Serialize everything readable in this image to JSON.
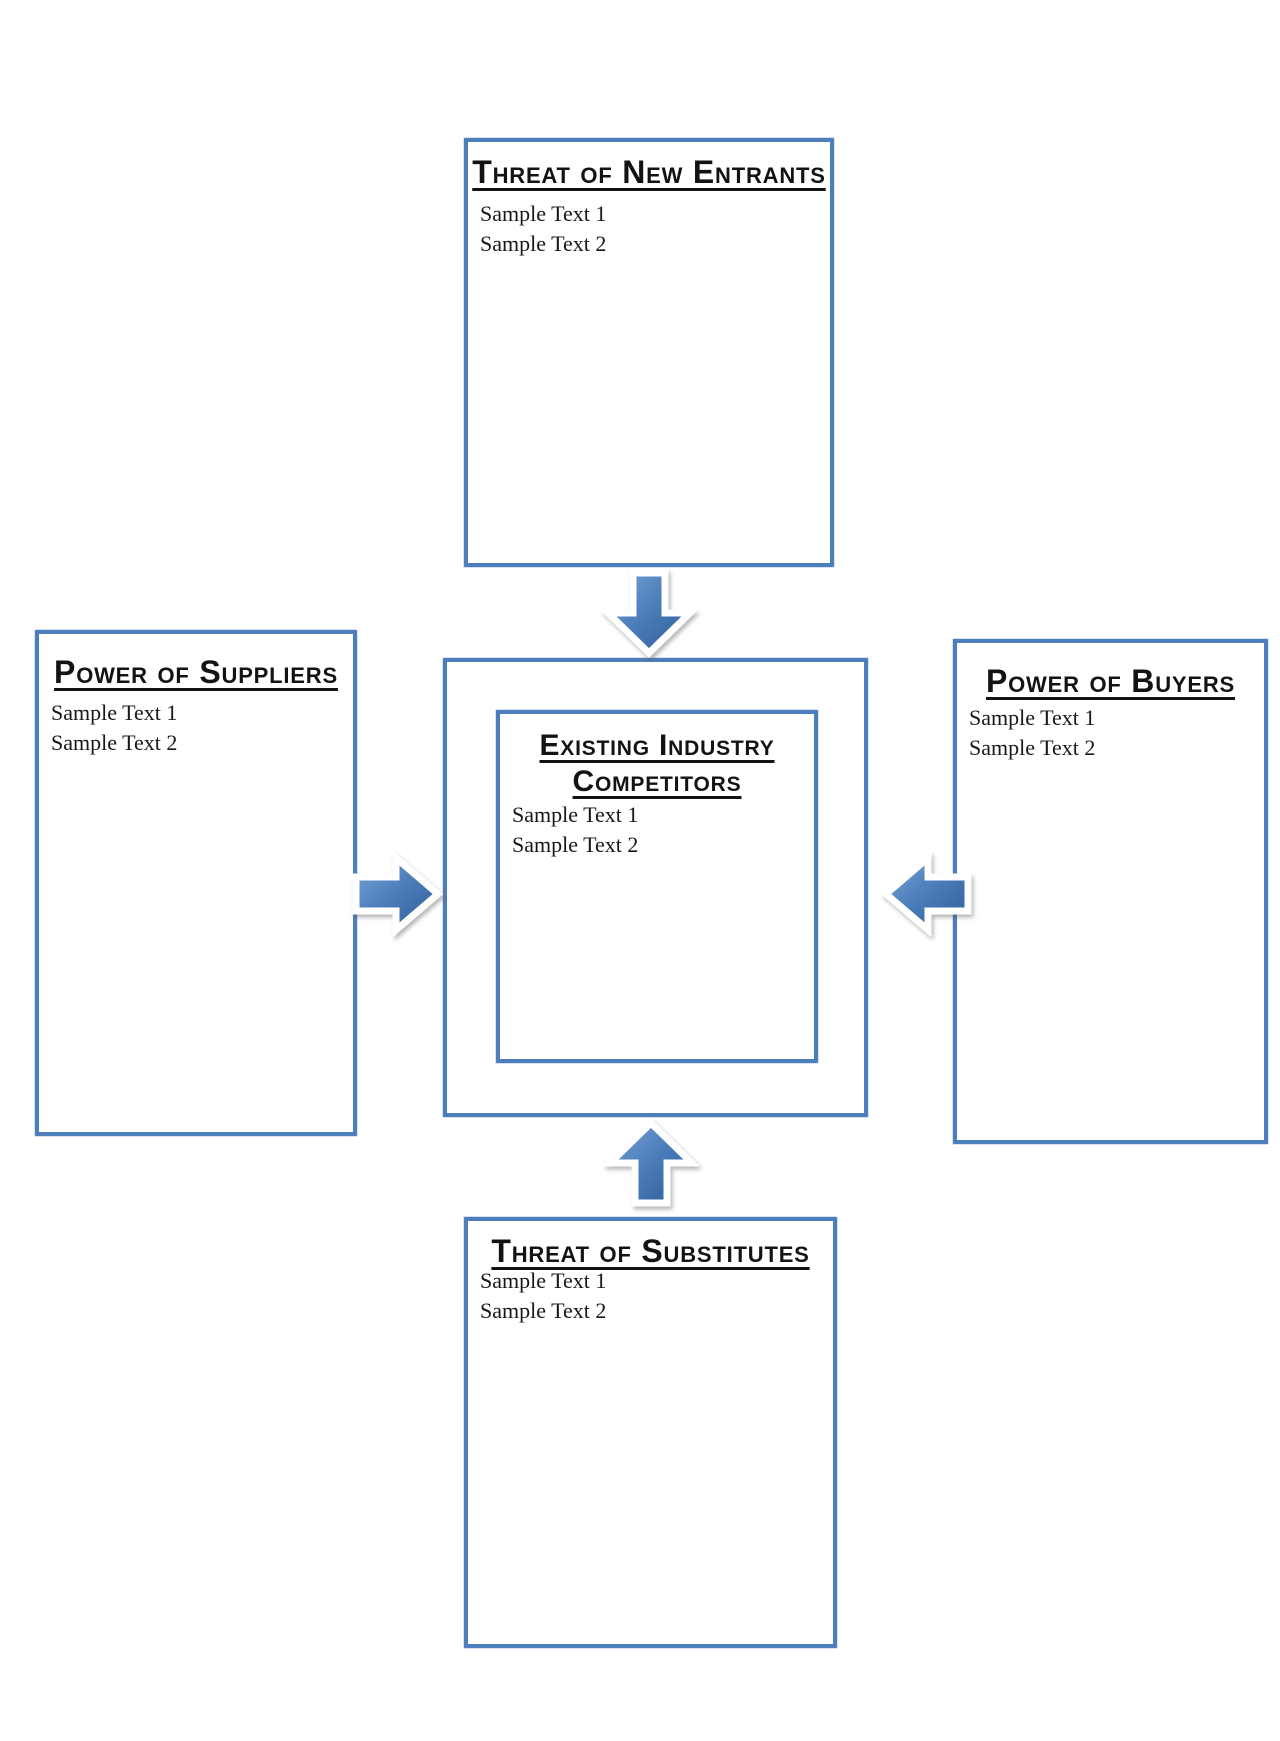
{
  "boxes": {
    "new_entrants": {
      "title": "Threat of New Entrants",
      "lines": [
        "Sample Text 1",
        "Sample Text 2"
      ]
    },
    "suppliers": {
      "title": "Power of Suppliers",
      "lines": [
        "Sample Text 1",
        "Sample Text 2"
      ]
    },
    "buyers": {
      "title": "Power of Buyers",
      "lines": [
        "Sample Text 1",
        "Sample Text 2"
      ]
    },
    "competitors": {
      "title_line1": "Existing Industry",
      "title_line2": "Competitors",
      "lines": [
        "Sample Text 1",
        "Sample Text 2"
      ]
    },
    "substitutes": {
      "title": "Threat of Substitutes",
      "lines": [
        "Sample Text 1",
        "Sample Text 2"
      ]
    }
  },
  "arrows": {
    "down": {
      "direction": "down",
      "points_to": "center"
    },
    "up": {
      "direction": "up",
      "points_to": "center"
    },
    "right": {
      "direction": "right",
      "points_to": "center"
    },
    "left": {
      "direction": "left",
      "points_to": "center"
    }
  },
  "colors": {
    "border_blue": "#4d7ebc",
    "arrow_blue": "#4a7cba",
    "arrow_blue_light": "#7ba4d6",
    "arrow_blue_dark": "#2c5c95",
    "text": "#131313",
    "background": "#ffffff"
  }
}
